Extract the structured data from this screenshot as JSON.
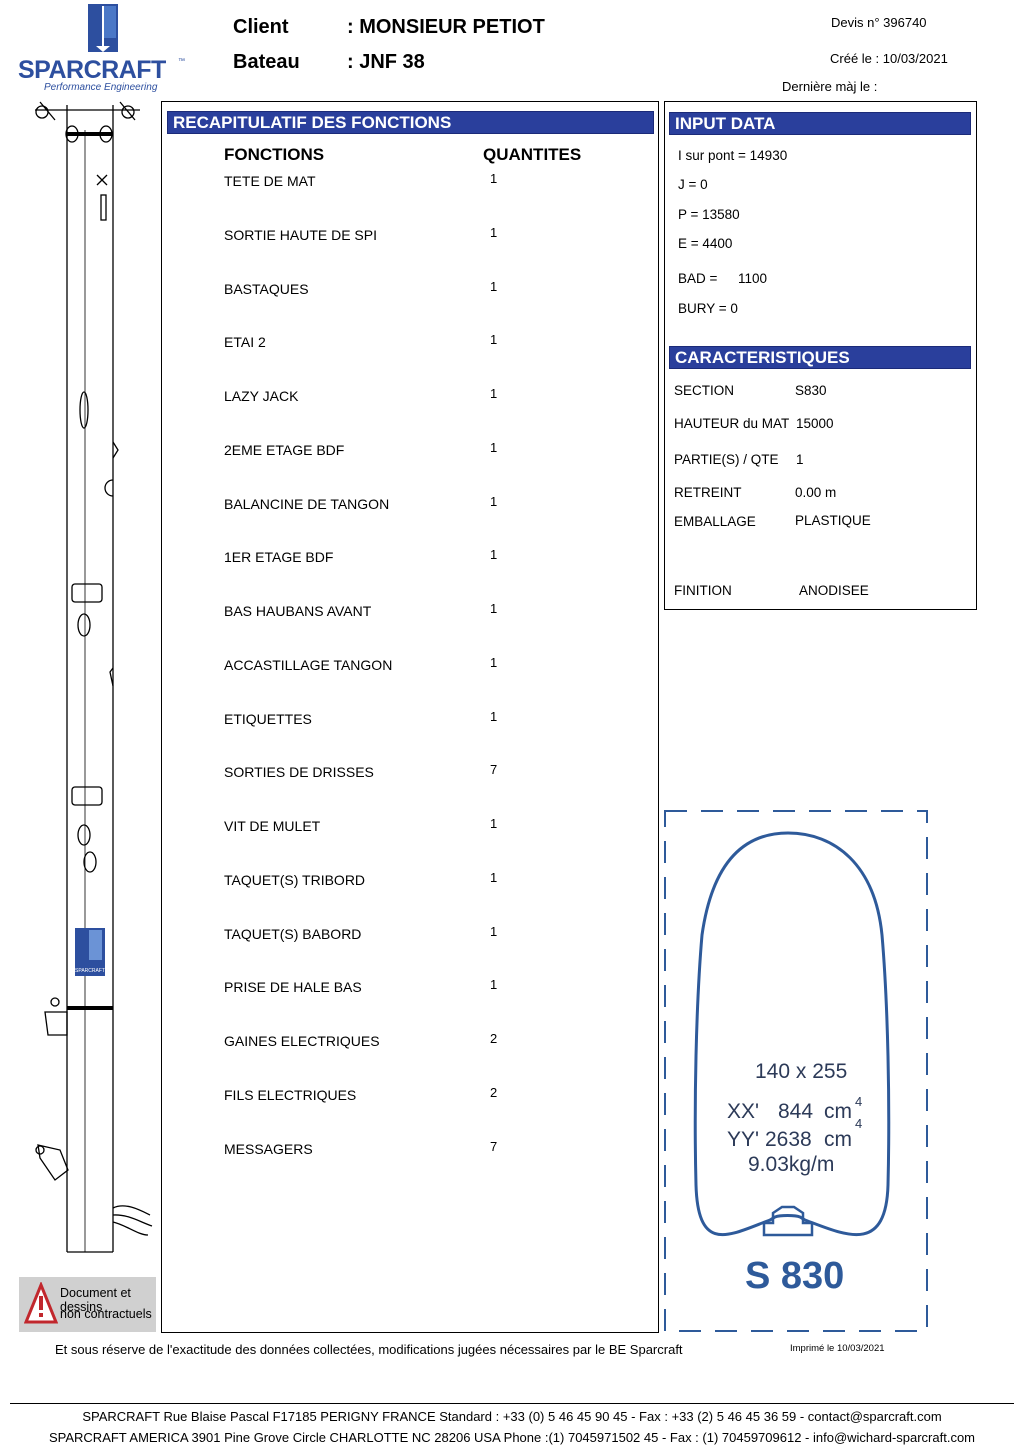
{
  "logo": {
    "name": "SPARCRAFT",
    "tagline": "Performance Engineering"
  },
  "header": {
    "client_label": "Client",
    "client_value": ": MONSIEUR PETIOT",
    "boat_label": "Bateau",
    "boat_value": ": JNF 38",
    "devis": "Devis n°  396740",
    "created": "Créé le :  10/03/2021",
    "updated": "Dernière màj le :"
  },
  "recap": {
    "title": "RECAPITULATIF DES FONCTIONS",
    "col_functions": "FONCTIONS",
    "col_quantities": "QUANTITES",
    "rows": [
      {
        "name": "TETE DE MAT",
        "qty": "1"
      },
      {
        "name": "SORTIE HAUTE DE SPI",
        "qty": "1"
      },
      {
        "name": "BASTAQUES",
        "qty": "1"
      },
      {
        "name": "ETAI 2",
        "qty": "1"
      },
      {
        "name": "LAZY JACK",
        "qty": "1"
      },
      {
        "name": "2EME ETAGE BDF",
        "qty": "1"
      },
      {
        "name": "BALANCINE DE TANGON",
        "qty": "1"
      },
      {
        "name": "1ER ETAGE BDF",
        "qty": "1"
      },
      {
        "name": "BAS HAUBANS AVANT",
        "qty": "1"
      },
      {
        "name": "ACCASTILLAGE TANGON",
        "qty": "1"
      },
      {
        "name": "ETIQUETTES",
        "qty": "1"
      },
      {
        "name": "SORTIES DE DRISSES",
        "qty": "7"
      },
      {
        "name": "VIT DE MULET",
        "qty": "1"
      },
      {
        "name": "TAQUET(S) TRIBORD",
        "qty": "1"
      },
      {
        "name": "TAQUET(S) BABORD",
        "qty": "1"
      },
      {
        "name": "PRISE DE HALE BAS",
        "qty": "1"
      },
      {
        "name": "GAINES ELECTRIQUES",
        "qty": "2"
      },
      {
        "name": "FILS ELECTRIQUES",
        "qty": "2"
      },
      {
        "name": "MESSAGERS",
        "qty": "7"
      }
    ]
  },
  "input_data": {
    "title": "INPUT DATA",
    "i_sur_pont": "I sur pont =   14930",
    "j": "J =   0",
    "p": "P =   13580",
    "e": "E =   4400",
    "bad_label": "BAD =",
    "bad_value": "1100",
    "bury": "BURY =   0"
  },
  "caracteristiques": {
    "title": "CARACTERISTIQUES",
    "section_label": "SECTION",
    "section_value": "S830",
    "hauteur_label": "HAUTEUR du MAT",
    "hauteur_value": "15000",
    "parties_label": "PARTIE(S) / QTE",
    "parties_value": "1",
    "retreint_label": "RETREINT",
    "retreint_value": "0.00 m",
    "emballage_label": "EMBALLAGE",
    "emballage_value": "PLASTIQUE",
    "finition_label": "FINITION",
    "finition_value": "ANODISEE"
  },
  "profile": {
    "dims": "140 x 255",
    "xx_label": "XX'",
    "xx_value": "844",
    "unit": "cm",
    "exp": "4",
    "yy_label": "YY'",
    "yy_value": "2638",
    "weight": "9.03kg/m",
    "name": "S 830"
  },
  "disclaimer": {
    "line1": "Document et dessins",
    "line2": "non contractuels"
  },
  "note": "Et sous réserve de l'exactitude des données collectées, modifications jugées nécessaires par le BE Sparcraft",
  "printed": "Imprimé le 10/03/2021",
  "footer": {
    "line1": "SPARCRAFT Rue Blaise Pascal F17185 PERIGNY FRANCE Standard : +33 (0) 5 46 45 90 45 - Fax : +33 (2) 5 46 45 36 59 - contact@sparcraft.com",
    "line2": "SPARCRAFT AMERICA 3901 Pine Grove Circle CHARLOTTE NC 28206  USA Phone :(1) 7045971502 45 - Fax : (1) 70459709612 -  info@wichard-sparcraft.com"
  },
  "colors": {
    "brand_blue": "#2a3f9c",
    "profile_blue": "#2e5a9a"
  }
}
